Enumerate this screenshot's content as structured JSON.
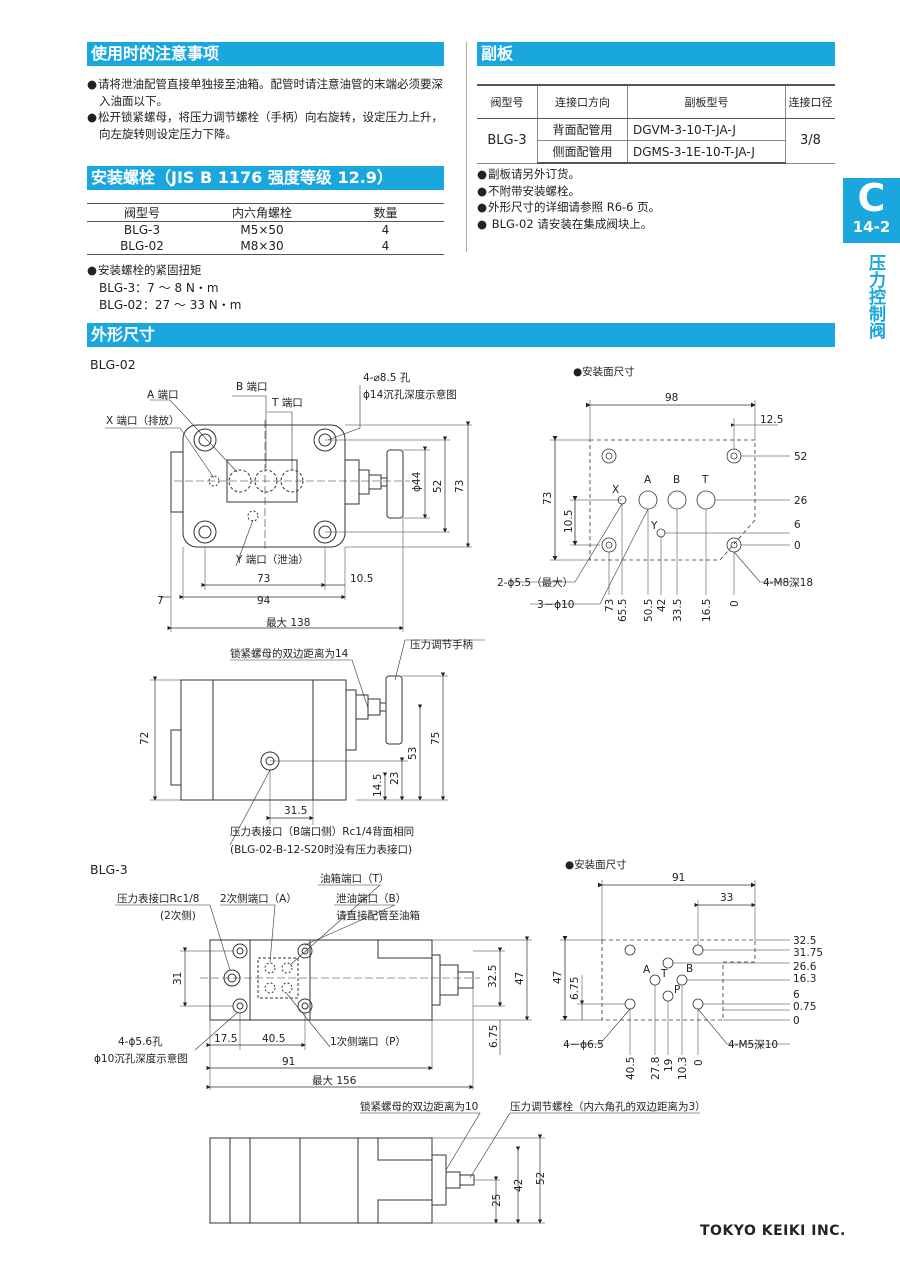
{
  "notes": {
    "title": "使用时的注意事项",
    "items": [
      "请将泄油配管直接单独接至油箱。配管时请注意油管的末端必须要深入油面以下。",
      "松开锁紧螺母，将压力调节螺栓（手柄）向右旋转，设定压力上升，向左旋转则设定压力下降。"
    ]
  },
  "bolts": {
    "title": "安装螺栓（JIS B 1176 强度等级 12.9）",
    "headers": [
      "阀型号",
      "内六角螺栓",
      "数量"
    ],
    "rows": [
      [
        "BLG-3",
        "M5×50",
        "4"
      ],
      [
        "BLG-02",
        "M8×30",
        "4"
      ]
    ],
    "torque_title": "安装螺栓的紧固扭矩",
    "torque": [
      "BLG-3：7 ～ 8 N・m",
      "BLG-02：27 ～ 33 N・m"
    ]
  },
  "subplate": {
    "title": "副板",
    "headers": [
      "阀型号",
      "连接口方向",
      "副板型号",
      "连接口径"
    ],
    "model": "BLG-3",
    "rows": [
      [
        "背面配管用",
        "DGVM-3-10-T-JA-J"
      ],
      [
        "侧面配管用",
        "DGMS-3-1E-10-T-JA-J"
      ]
    ],
    "size": "3/8",
    "notes": [
      "副板请另外订货。",
      "不附带安装螺栓。",
      "外形尺寸的详细请参照 R6-6 页。",
      " BLG-02 请安装在集成阀块上。"
    ]
  },
  "dims": {
    "title": "外形尺寸",
    "blg02": {
      "label": "BLG-02",
      "callouts": {
        "a_port": "A 端口",
        "b_port": "B 端口",
        "t_port": "T 端口",
        "x_port": "X 端口（排放）",
        "holes": "4-⌀8.5 孔",
        "cbore": "ϕ14沉孔深度示意图",
        "y_port": "Y 端口（泄油）",
        "locknut": "锁紧螺母的双边距离为14",
        "handle": "压力调节手柄",
        "gauge": "压力表接口（B端口侧）Rc1/4背面相同",
        "gauge_note": "(BLG-02-B-12-S20时没有压力表接口)"
      },
      "dims_plan": [
        "73",
        "10.5",
        "94",
        "7",
        "最大 138",
        "ϕ44",
        "52",
        "73"
      ],
      "dims_side": [
        "72",
        "75",
        "53",
        "23",
        "14.5",
        "31.5"
      ],
      "mount": {
        "title": "●安装面尺寸",
        "top": [
          "98",
          "12.5"
        ],
        "right": [
          "52",
          "26",
          "6",
          "0"
        ],
        "left": [
          "73",
          "10.5"
        ],
        "ports": [
          "A",
          "B",
          "T",
          "X",
          "Y"
        ],
        "bottom": [
          "73",
          "65.5",
          "50.5",
          "42",
          "33.5",
          "16.5",
          "0"
        ],
        "holes_small": "2-ϕ5.5（最大）",
        "holes_port": "3－ϕ10",
        "thread": "4-M8深18"
      }
    },
    "blg3": {
      "label": "BLG-3",
      "callouts": {
        "gauge": "压力表接口Rc1/8",
        "gauge2": "(2次侧)",
        "port_a": "2次侧端口（A）",
        "tank": "油箱端口（T）",
        "drain": "泄油端口（B）",
        "drain_note": "请直接配管至油箱",
        "holes": "4-ϕ5.6孔",
        "cbore": "ϕ10沉孔深度示意图",
        "port_p": "1次侧端口（P）",
        "locknut": "锁紧螺母的双边距离为10",
        "bolt": "压力调节螺栓（内六角孔的双边距离为3）"
      },
      "dims_plan": [
        "31",
        "17.5",
        "40.5",
        "91",
        "最大 156",
        "32.5",
        "47",
        "6.75"
      ],
      "dims_side": [
        "52",
        "42",
        "25"
      ],
      "mount": {
        "title": "●安装面尺寸",
        "top": [
          "91",
          "33"
        ],
        "right": [
          "32.5",
          "31.75",
          "26.6",
          "16.3",
          "6",
          "0.75",
          "0"
        ],
        "left": [
          "47",
          "6.75"
        ],
        "ports": [
          "A",
          "T",
          "B",
          "P"
        ],
        "bottom": [
          "40.5",
          "27.8",
          "19",
          "10.3",
          "0"
        ],
        "holes": "4－ϕ6.5",
        "thread": "4-M5深10"
      }
    }
  },
  "side_tab": {
    "letter": "C",
    "page": "14-2",
    "text": "压力控制阀"
  },
  "footer": "TOKYO KEIKI INC."
}
